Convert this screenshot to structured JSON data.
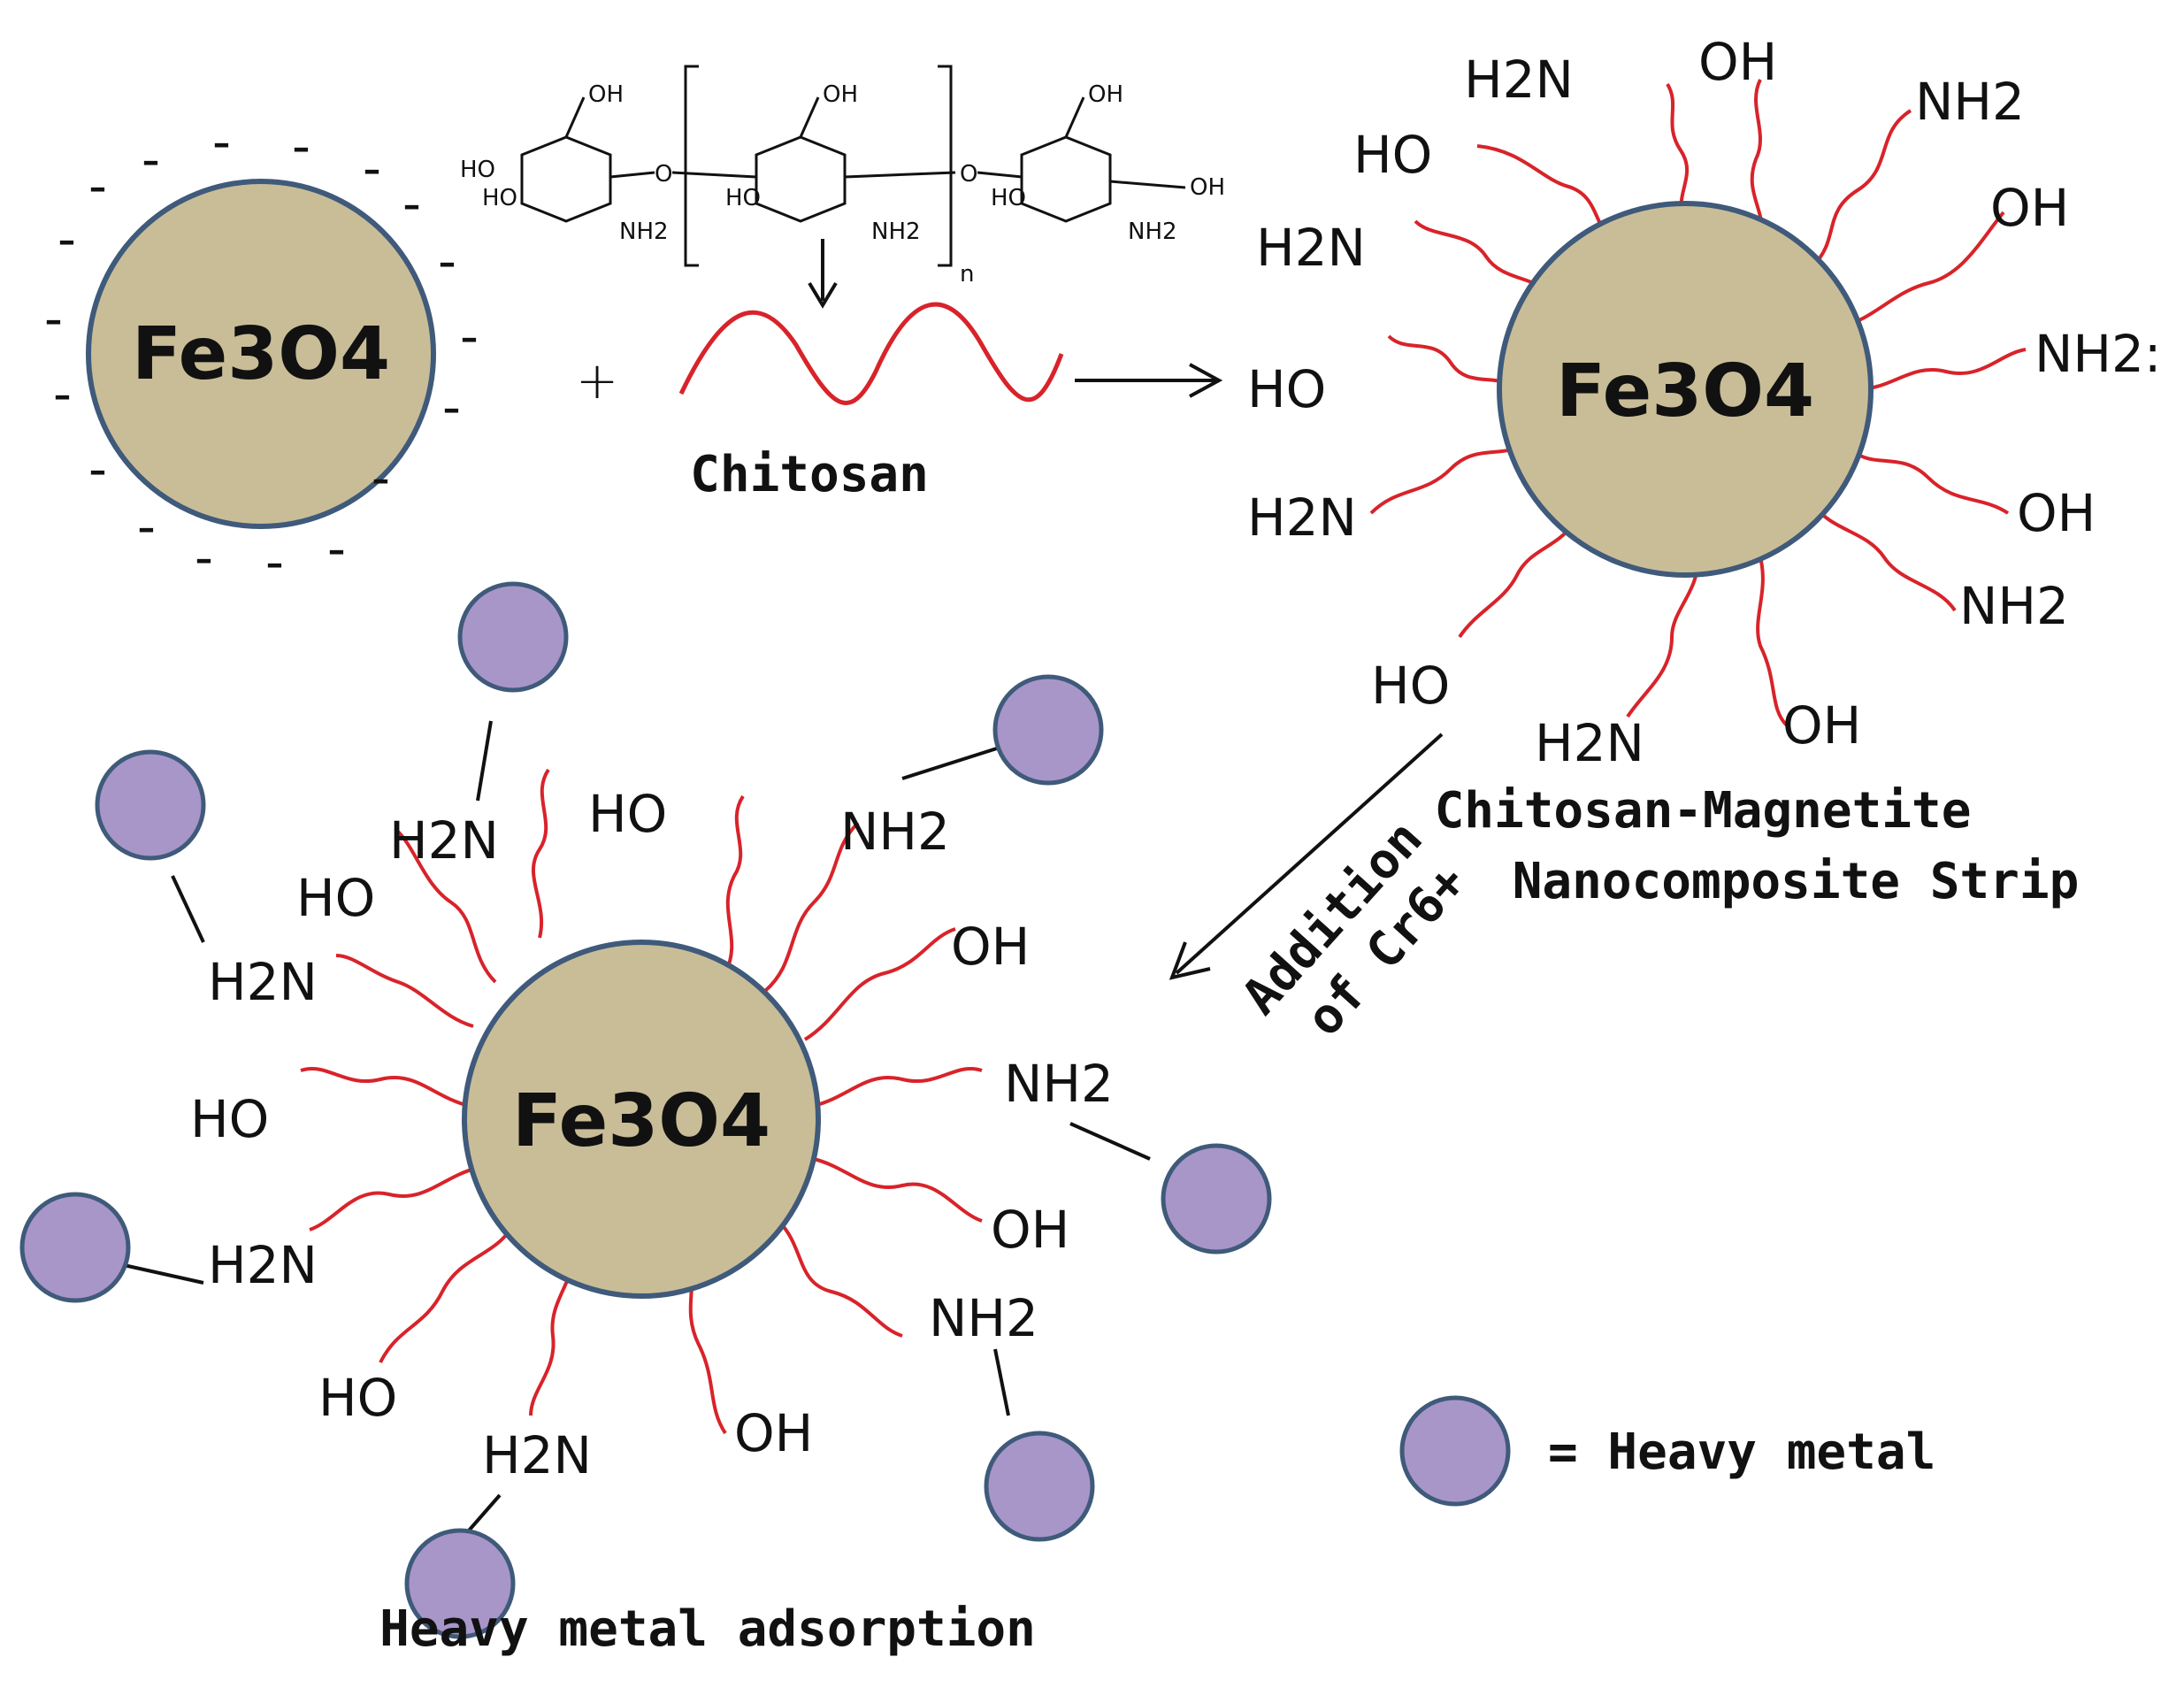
{
  "particles": {
    "core_label": "Fe3O4",
    "charge_symbol": "-",
    "colors": {
      "core_fill": "#c9bd98",
      "core_stroke": "#3f5a7a",
      "chain": "#d8232a",
      "metal_fill": "#a896c8",
      "metal_stroke": "#3f5a7a"
    }
  },
  "chitosan": {
    "label": "Chitosan",
    "structure_labels": {
      "oh": "OH",
      "ho": "HO",
      "nh2": "NH2",
      "o": "O",
      "n": "n"
    }
  },
  "plus_sign": "+",
  "nanocomposite": {
    "caption_line1": "Chitosan-Magnetite",
    "caption_line2": "Nanocomposite Strip",
    "groups": {
      "h2n_top": "H2N",
      "oh_top": "OH",
      "nh2_topright": "NH2",
      "ho_upperleft": "HO",
      "oh_right1": "OH",
      "h2n_left1": "H2N",
      "nh2_right": "NH2:",
      "ho_left": "HO",
      "h2n_left2": "H2N",
      "oh_right2": "OH",
      "nh2_right2": "NH2",
      "ho_lower": "HO",
      "h2n_bottom": "H2N",
      "oh_bottom": "OH"
    }
  },
  "arrow_label": {
    "line1": "Addition",
    "line2": "of Cr6+"
  },
  "adsorption": {
    "caption": "Heavy metal adsorption",
    "groups": {
      "h2n_top": "H2N",
      "ho_top": "HO",
      "nh2_top": "NH2",
      "ho_upperleft": "HO",
      "oh_right1": "OH",
      "h2n_left1": "H2N",
      "nh2_right1": "NH2",
      "ho_left": "HO",
      "h2n_left2": "H2N",
      "oh_right2": "OH",
      "nh2_right2": "NH2",
      "ho_bottomleft": "HO",
      "h2n_bottom": "H2N",
      "oh_bottom": "OH"
    }
  },
  "legend": {
    "text": "= Heavy metal"
  }
}
